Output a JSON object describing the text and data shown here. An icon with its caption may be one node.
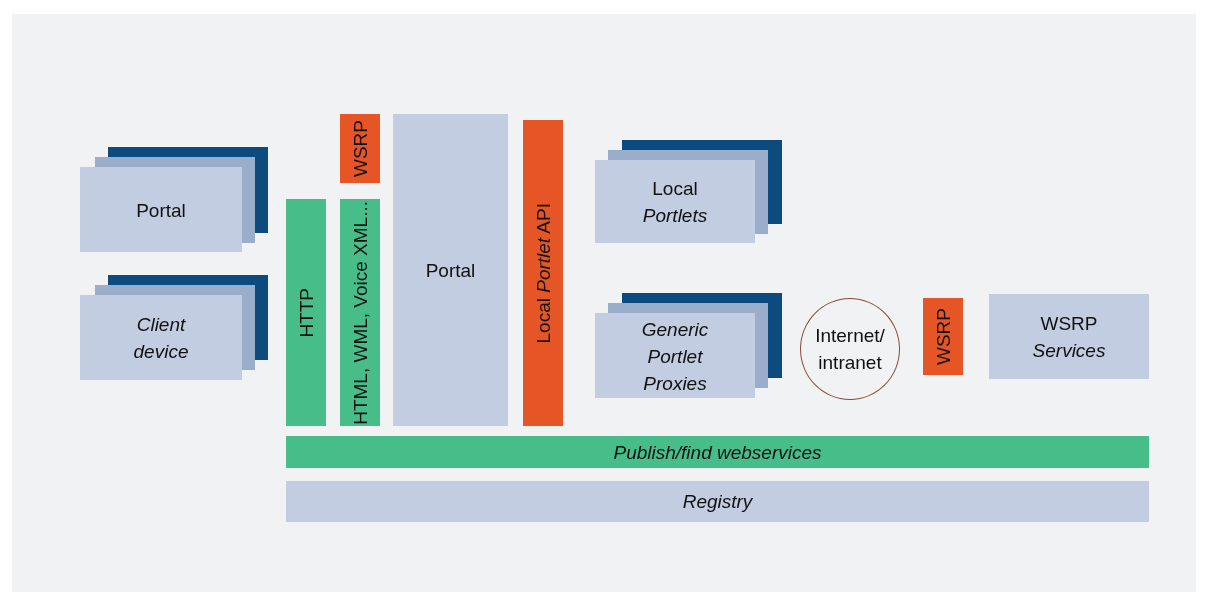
{
  "diagram": {
    "nodes": [
      {
        "text": [
          "Portal"
        ]
      },
      {
        "text": [
          "Client device"
        ]
      },
      {
        "text": [
          "HTTP"
        ]
      },
      {
        "text": [
          "WSRP"
        ]
      },
      {
        "text": [
          "HTML, WML, Voice XML..."
        ]
      },
      {
        "text": [
          "Portal"
        ]
      },
      {
        "text": [
          "Local *Portlet* API"
        ]
      },
      {
        "text": [
          "Local *Portlets*"
        ]
      },
      {
        "text": [
          "Generic Portlet Proxies"
        ]
      },
      {
        "text": [
          "Internet/ intranet"
        ]
      },
      {
        "text": [
          "WSRP"
        ]
      },
      {
        "text": [
          "WSRP *Services*"
        ]
      },
      {
        "text": [
          "Publish/find webservices"
        ]
      },
      {
        "text": [
          "Registry"
        ]
      }
    ],
    "edges": []
  }
}
